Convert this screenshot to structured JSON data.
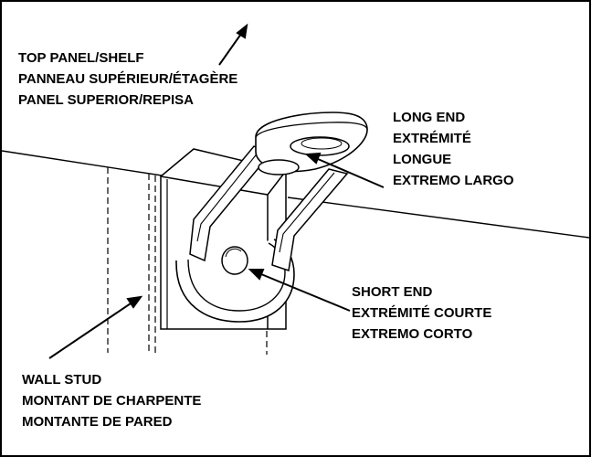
{
  "labels": {
    "top_panel": {
      "en": "TOP PANEL/SHELF",
      "fr": "PANNEAU SUPÉRIEUR/ÉTAGÈRE",
      "es": "PANEL SUPERIOR/REPISA"
    },
    "long_end": {
      "en": "LONG END",
      "fr_1": "EXTRÉMITÉ",
      "fr_2": "LONGUE",
      "es": "EXTREMO LARGO"
    },
    "short_end": {
      "en": "SHORT END",
      "fr": "EXTRÉMITÉ COURTE",
      "es": "EXTREMO CORTO"
    },
    "wall_stud": {
      "en": "WALL STUD",
      "fr": "MONTANT DE CHARPENTE",
      "es": "MONTANTE DE PARED"
    }
  },
  "colors": {
    "line": "#000000",
    "background": "#ffffff"
  }
}
